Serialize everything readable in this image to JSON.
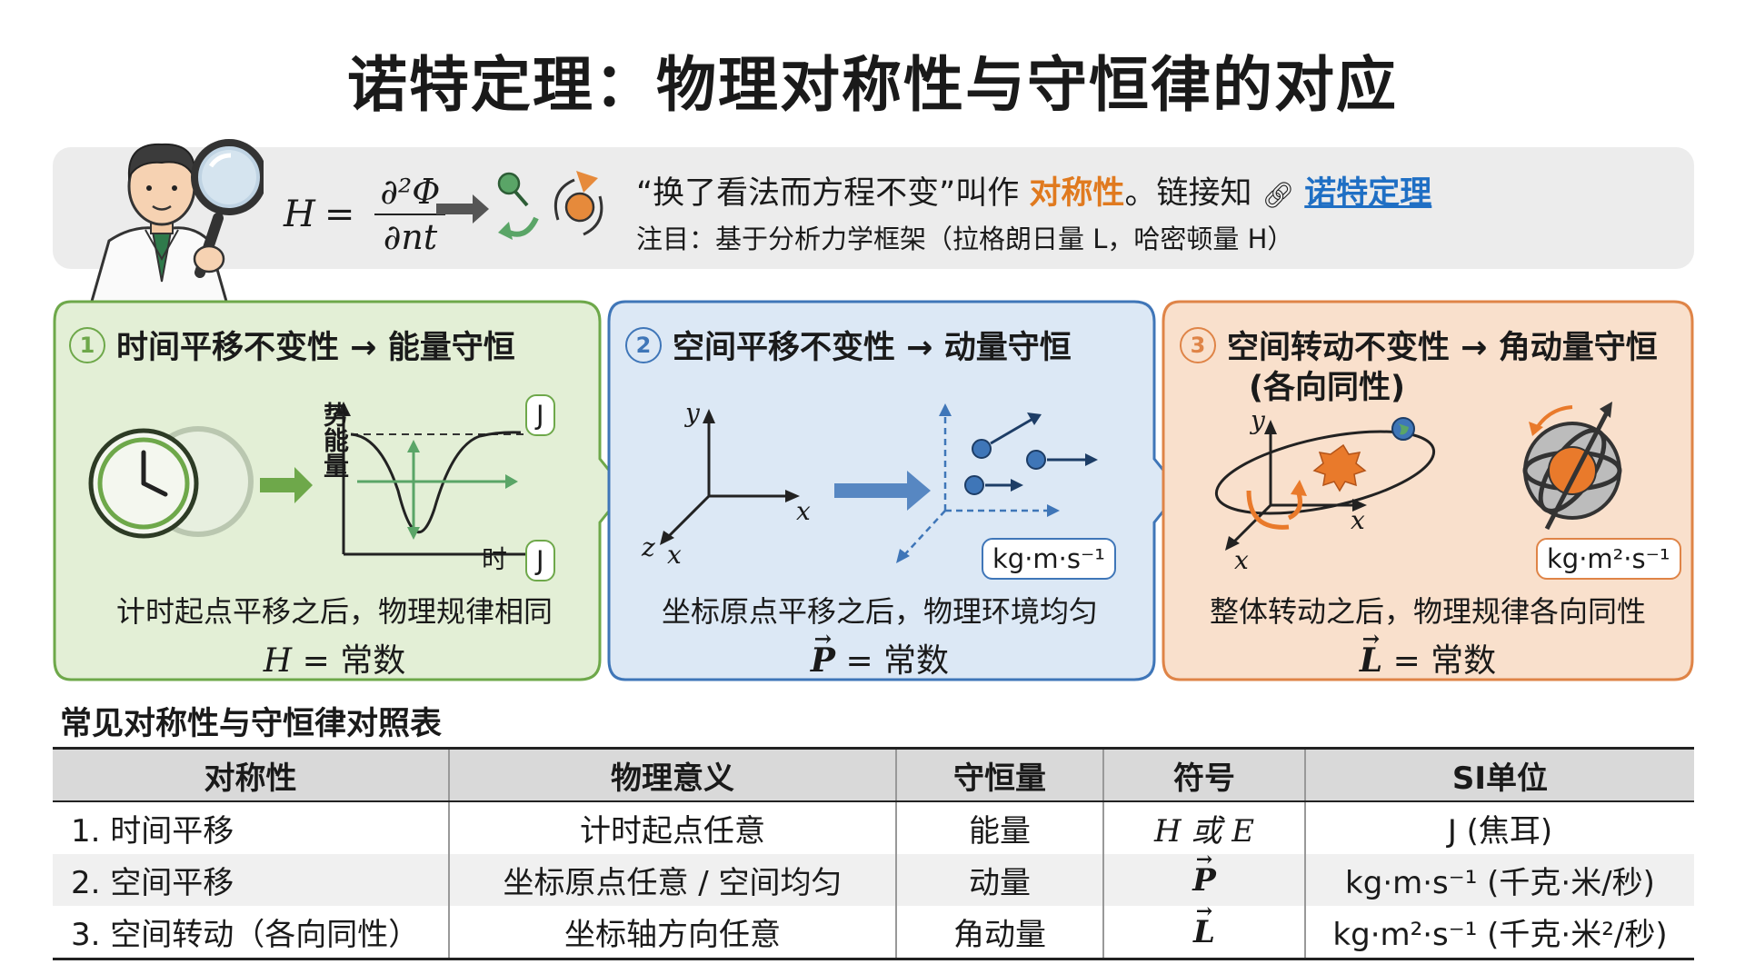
{
  "title": "诺特定理：物理对称性与守恒律的对应",
  "intro": {
    "formula_lhs": "H",
    "formula_eq": "=",
    "formula_num": "∂²Φ",
    "formula_den": "∂nt",
    "line1_pre": "“换了看法而方程不变”叫作",
    "line1_sym": "对称性",
    "line1_mid": "。链接知",
    "line1_link": "诺特定理",
    "line2": "注目：基于分析力学框架（拉格朗日量 L，哈密顿量 H）"
  },
  "panels": [
    {
      "num": "1",
      "title": "时间平移不变性 → 能量守恒",
      "ylabel": "势能量",
      "xlabel": "时",
      "unit_top": "J",
      "unit_bottom": "J",
      "desc": "计时起点平移之后，物理规律相同",
      "formula_sym": "H",
      "formula_rest": " = 常数",
      "color": "#6ea84a",
      "fill": "#e3efd6"
    },
    {
      "num": "2",
      "title": "空间平移不变性 → 动量守恒",
      "axis_y": "y",
      "axis_x": "x",
      "axis_z": "z",
      "axis_x2": "x",
      "unit": "kg·m·s⁻¹",
      "desc": "坐标原点平移之后，物理环境均匀",
      "formula_sym": "P",
      "formula_rest": " = 常数",
      "color": "#3f76b8",
      "fill": "#dce8f5"
    },
    {
      "num": "3",
      "title": "空间转动不变性 → 角动量守恒",
      "subtitle": "(各向同性)",
      "axis_y": "y",
      "axis_x": "x",
      "axis_x2": "x",
      "unit": "kg·m²·s⁻¹",
      "desc": "整体转动之后，物理规律各向同性",
      "formula_sym": "L",
      "formula_rest": " = 常数",
      "color": "#df8447",
      "fill": "#f9e0cc"
    }
  ],
  "table": {
    "title": "常见对称性与守恒律对照表",
    "headers": [
      "对称性",
      "物理意义",
      "守恒量",
      "符号",
      "SI单位"
    ],
    "rows": [
      [
        "1. 时间平移",
        "计时起点任意",
        "能量",
        "H 或 E",
        "J (焦耳)"
      ],
      [
        "2. 空间平移",
        "坐标原点任意 / 空间均匀",
        "动量",
        "P",
        "kg·m·s⁻¹ (千克·米/秒)"
      ],
      [
        "3. 空间转动（各向同性）",
        "坐标轴方向任意",
        "角动量",
        "L",
        "kg·m²·s⁻¹ (千克·米²/秒)"
      ]
    ]
  },
  "colors": {
    "accent_symmetry": "#e07a1f",
    "link": "#1f6fc4"
  },
  "icons": [
    "magnifier-icon",
    "scientist-avatar",
    "clock-icon",
    "rotation-arrow-icon",
    "link-icon",
    "sun-icon",
    "earth-icon",
    "gyroscope-icon"
  ]
}
